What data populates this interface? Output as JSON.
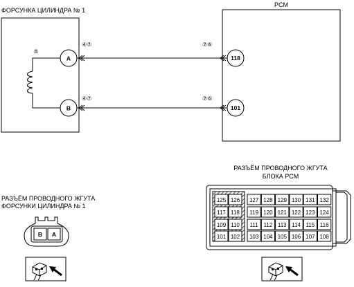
{
  "injector": {
    "title": "ФОРСУНКА ЦИЛИНДРА № 1",
    "coil_ref": "⑤",
    "pin_a": "A",
    "pin_b": "B"
  },
  "pcm": {
    "title": "PCM",
    "pin_118": "118",
    "pin_101": "101"
  },
  "wires": {
    "top_left_refs": "④⑦",
    "top_right_refs": "⑦⑥",
    "bottom_left_refs": "④⑦",
    "bottom_right_refs": "⑦⑥"
  },
  "injector_connector": {
    "title_line1": "РАЗЪЁМ ПРОВОДНОГО ЖГУТА",
    "title_line2": "ФОРСУНКИ ЦИЛИНДРА № 1",
    "terminals": [
      "B",
      "A"
    ]
  },
  "pcm_connector": {
    "title_line1": "РАЗЪЁМ ПРОВОДНОГО ЖГУТА",
    "title_line2": "БЛОКА PCM",
    "left_rows": [
      [
        "125",
        "126"
      ],
      [
        "117",
        "118"
      ],
      [
        "109",
        "110"
      ],
      [
        "101",
        "102"
      ]
    ],
    "right_rows": [
      [
        "127",
        "128",
        "129",
        "130",
        "131",
        "132"
      ],
      [
        "119",
        "120",
        "121",
        "122",
        "123",
        "124"
      ],
      [
        "111",
        "112",
        "113",
        "114",
        "115",
        "116"
      ],
      [
        "103",
        "104",
        "105",
        "106",
        "107",
        "108"
      ]
    ]
  }
}
